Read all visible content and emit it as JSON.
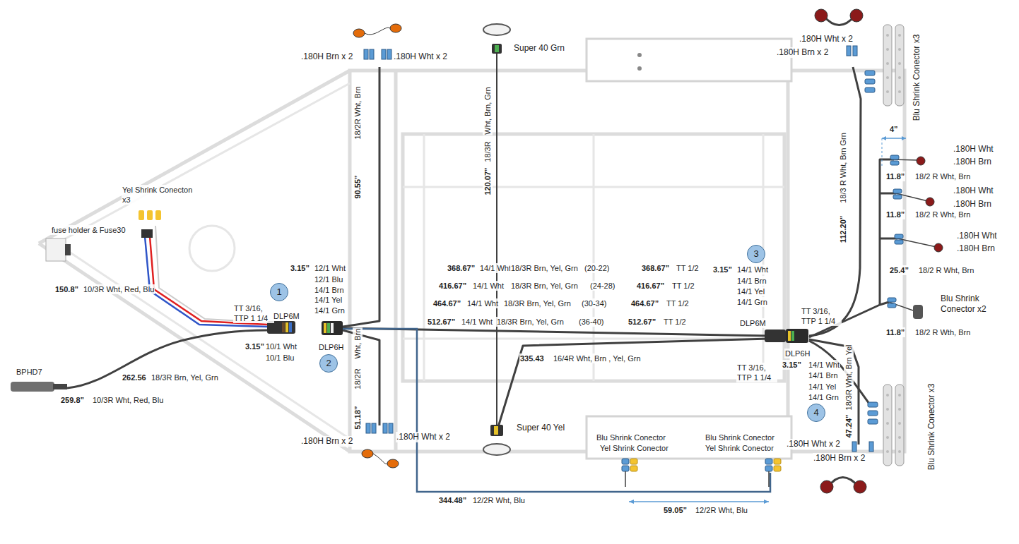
{
  "diagram": {
    "nodes": [
      {
        "text": [
          "1"
        ]
      },
      {
        "text": [
          "2"
        ]
      },
      {
        "text": [
          "3"
        ]
      },
      {
        "text": [
          "4"
        ]
      }
    ],
    "labels": [
      ".180H Brn x 2",
      ".180H Wht x 2",
      "Super 40 Grn",
      ".180H Wht x 2",
      ".180H Brn x 2",
      "Blu Shrink Conector x3",
      "4”",
      ".180H Wht",
      ".180H Brn",
      "11.8”",
      "18/2 R Wht, Brn",
      ".180H Wht",
      ".180H Brn",
      "11.8”",
      "18/2 R Wht, Brn",
      ".180H Wht",
      ".180H Brn",
      "25.4”",
      "18/2 R Wht, Brn",
      "Blu Shrink Conector x2",
      "11.8”",
      "18/2 R Wth, Brn",
      "112.20”",
      "18/3 R Wht, Brn Grn",
      "Yel Shrink Conecton x3",
      "fuse holder & Fuse30",
      "150.8”",
      "10/3R Wht, Red, Blu",
      "3.15”",
      "12/1 Wht",
      "12/1 Blu",
      "14/1 Brn",
      "14/1 Yel",
      "14/1 Grn",
      "TT 3/16, TTP 1 1/4",
      "DLP6M",
      "3.15”",
      "10/1 Wht",
      "10/1 Blu",
      "DLP6H",
      "18/2R Wht, Brn",
      "90.55”",
      "Wht, Brn",
      "18/2R",
      "51.18”",
      ".180H Brn x 2",
      ".180H Wht x 2",
      "Wht, Brn, Grn",
      "18/3R",
      "120.07”",
      "Super 40 Yel",
      "368.67”",
      "14/1 Wht",
      "18/3R Brn, Yel, Grn",
      "(20-22)",
      "416.67”",
      "14/1 Wht",
      "18/3R Brn, Yel, Grn",
      "(24-28)",
      "464.67”",
      "14/1 Wht",
      "18/3R Brn, Yel, Grn",
      "(30-34)",
      "512.67”",
      "14/1 Wht",
      "18/3R Brn, Yel, Grn",
      "(36-40)",
      "368.67”",
      "TT 1/2",
      "416.67”",
      "TT 1/2",
      "464.67”",
      "TT 1/2",
      "512.67”",
      "TT 1/2",
      "3.15”",
      "14/1 Wht",
      "14/1 Brn",
      "14/1 Yel",
      "14/1 Grn",
      "DLP6M",
      "TT 3/16, TTP 1 1/4",
      "335.43",
      "16/4R Wht, Brn , Yel, Grn",
      "TT 3/16, TTP 1 1/4",
      "DLP6H",
      "3.15”",
      "14/1 Wht",
      "14/1 Brn",
      "14/1 Yel",
      "14/1 Grn",
      "18/3R Wht, Brn Yel",
      "47.24”",
      ".180H Wht x 2",
      ".180H Brn x 2",
      "Blu Shrink Conector x3",
      "Blu Shrink Conector",
      "Yel Shrink Conector",
      "Blu Shrink Conector",
      "Yel Shrink Conector",
      "59.05”",
      "12/2R Wht, Blu",
      "344.48”",
      "12/2R Wht, Blu",
      "BPHD7",
      "262.56",
      "18/3R Brn, Yel, Grn",
      "259.8”",
      "10/3R Wht, Red, Blu"
    ]
  }
}
